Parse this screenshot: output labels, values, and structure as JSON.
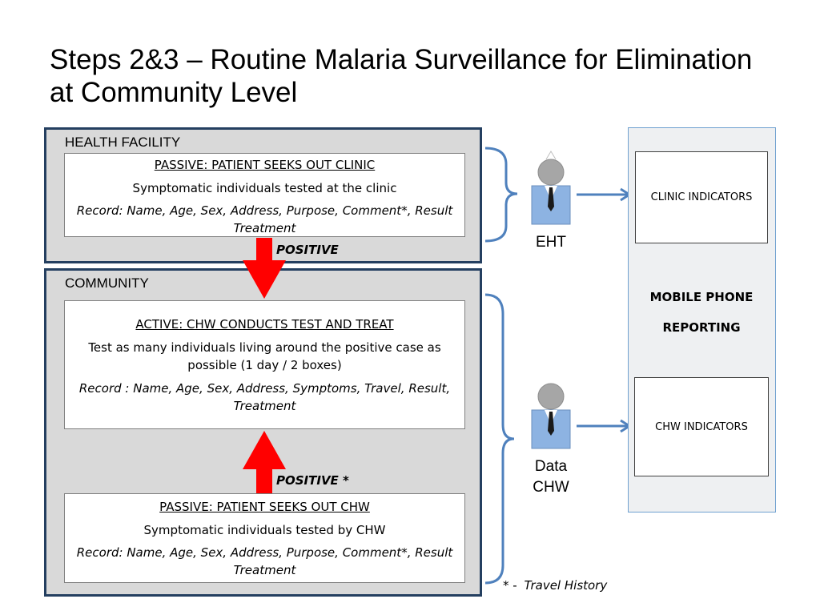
{
  "title": "Steps 2&3 – Routine Malaria Surveillance for Elimination at Community Level",
  "health_facility": {
    "label": "HEALTH FACILITY",
    "card": {
      "heading": "PASSIVE: PATIENT SEEKS OUT CLINIC",
      "line": "Symptomatic individuals tested at the clinic",
      "record": "Record: Name, Age, Sex, Address, Purpose, Comment*, Result Treatment"
    }
  },
  "positive_label": "POSITIVE",
  "community": {
    "label": "COMMUNITY",
    "active_card": {
      "heading": "ACTIVE: CHW CONDUCTS TEST AND TREAT",
      "line": "Test as many individuals living around the positive case as possible (1 day / 2 boxes)",
      "record": "Record : Name, Age, Sex, Address, Symptoms, Travel, Result, Treatment"
    },
    "positive_star_label": "POSITIVE *",
    "passive_card": {
      "heading": "PASSIVE: PATIENT SEEKS OUT CHW",
      "line": "Symptomatic individuals tested by CHW",
      "record": "Record: Name, Age, Sex, Address, Purpose, Comment*, Result Treatment"
    }
  },
  "persons": {
    "eht": {
      "label": "EHT",
      "icon": "person-icon"
    },
    "data_chw": {
      "label_line1": "Data",
      "label_line2": "CHW",
      "icon": "person-icon"
    }
  },
  "mobile_phone": {
    "label_line1": "MOBILE PHONE",
    "label_line2": "REPORTING",
    "clinic_indicators": "CLINIC INDICATORS",
    "chw_indicators": "CHW INDICATORS"
  },
  "footnote": {
    "marker": "* -",
    "text": "Travel History"
  },
  "colors": {
    "section_border": "#243f60",
    "section_fill": "#d9d9d9",
    "arrow_red": "#ff0000",
    "connector_blue": "#4f81bd",
    "person_shirt": "#8db3e2",
    "phone_panel_border": "#6fa0d0"
  }
}
